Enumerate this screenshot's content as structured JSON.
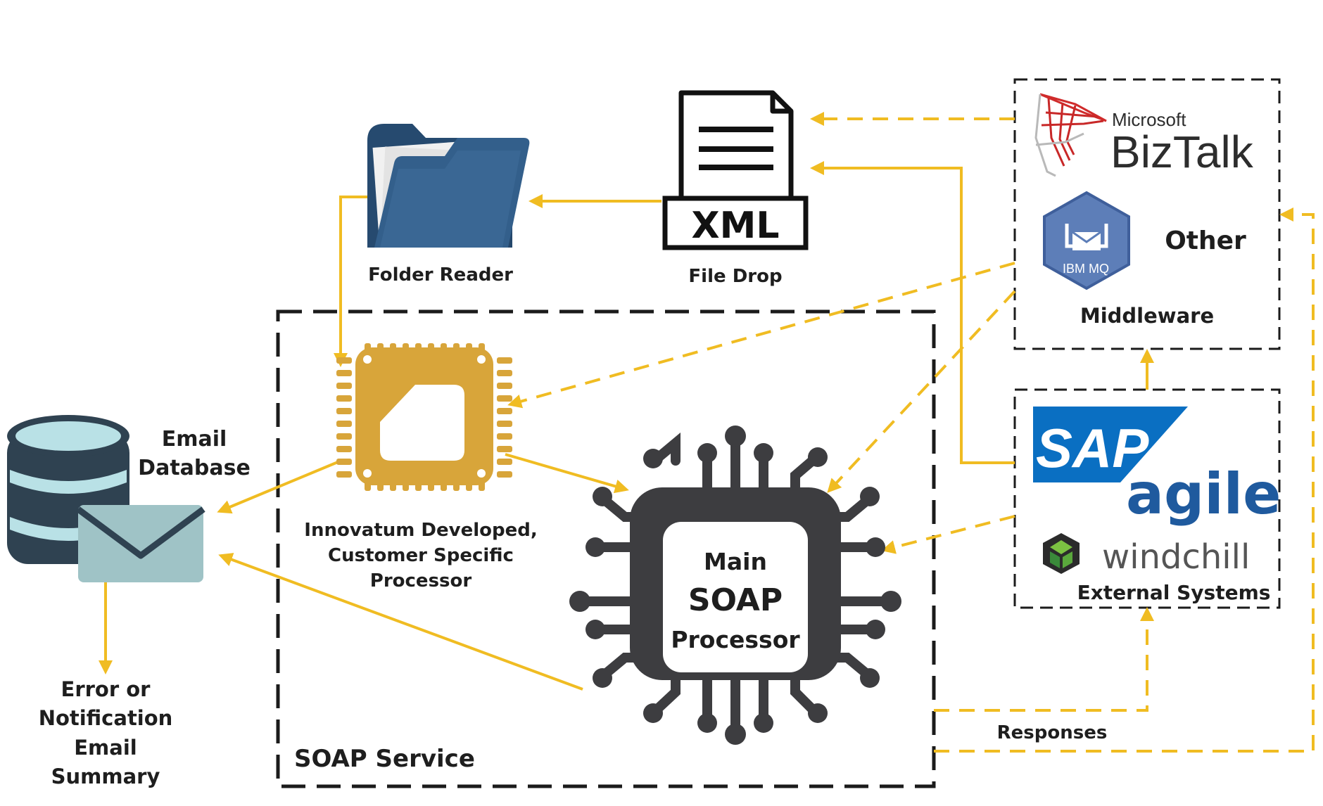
{
  "nodes": {
    "folder_reader": "Folder Reader",
    "file_drop": "File Drop",
    "xml_badge": "XML",
    "middleware_other": "Other",
    "middleware_label": "Middleware",
    "email_db_line1": "Email",
    "email_db_line2": "Database",
    "custom_proc_line1": "Innovatum Developed,",
    "custom_proc_line2": "Customer Specific",
    "custom_proc_line3": "Processor",
    "main_proc_line1": "Main",
    "main_proc_line2": "SOAP",
    "main_proc_line3": "Processor",
    "external_systems": "External Systems",
    "soap_service": "SOAP Service",
    "responses": "Responses",
    "error_line1": "Error or",
    "error_line2": "Notification",
    "error_line3": "Email",
    "error_line4": "Summary"
  },
  "logos": {
    "microsoft": "Microsoft",
    "biztalk": "BizTalk",
    "ibm_mq": "IBM MQ",
    "sap": "SAP",
    "agile": "agile",
    "windchill": "windchill"
  },
  "colors": {
    "arrow": "#f0bc22",
    "chip_dark": "#3d3d40",
    "chip_gold": "#d8a53a",
    "folder": "#2e5a85",
    "database": "#2f4251",
    "database_band": "#b9e1e6",
    "envelope": "#9fc3c6",
    "ibm_mq": "#5d7eb8",
    "sap_blue": "#0a6fc2"
  },
  "icons": [
    "folder-icon",
    "xml-file-icon",
    "database-icon",
    "envelope-icon",
    "cpu-chip-icon",
    "biztalk-logo-icon",
    "ibm-mq-logo-icon",
    "sap-logo-icon",
    "windchill-logo-icon"
  ]
}
